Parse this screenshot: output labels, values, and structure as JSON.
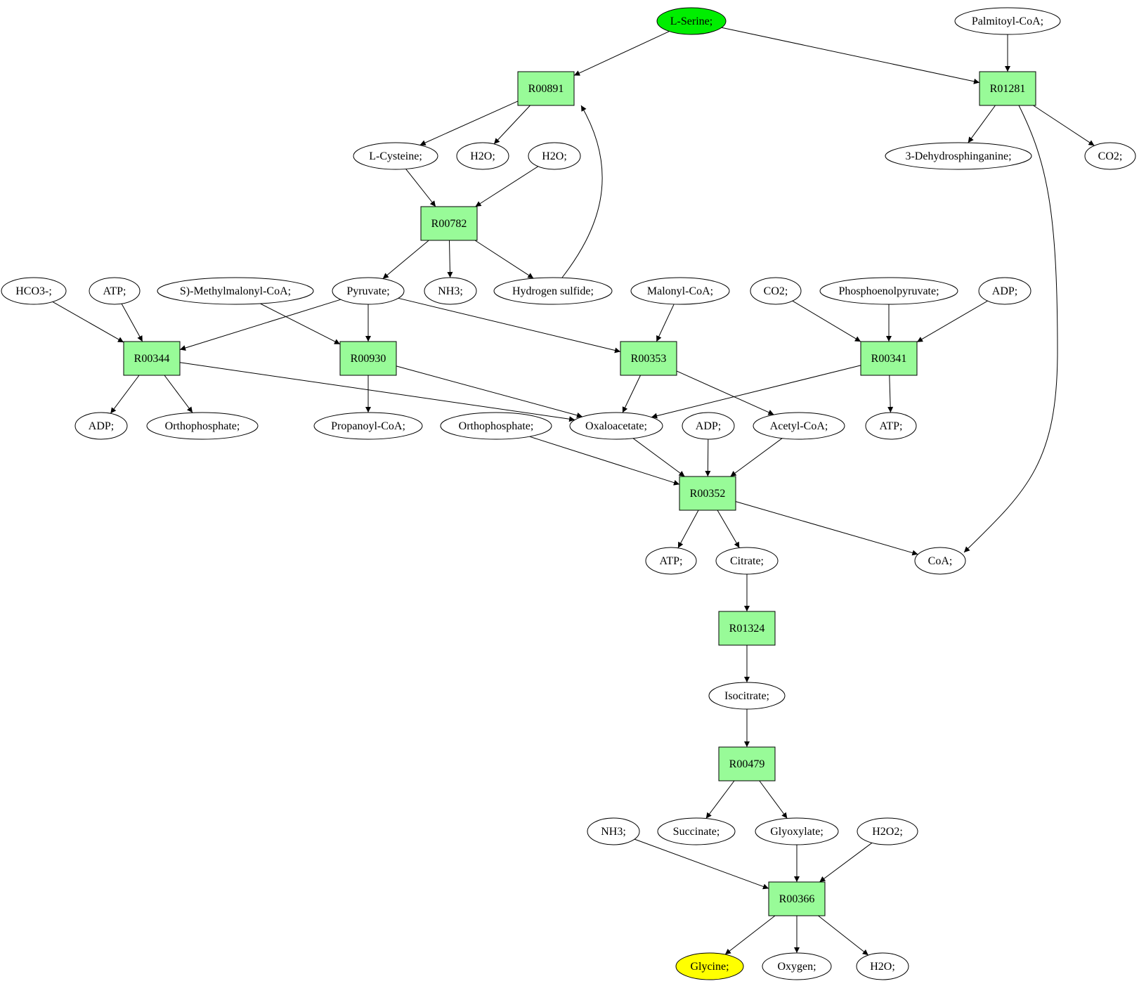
{
  "colors": {
    "reaction_fill": "#98fb98",
    "start_fill": "#00ee00",
    "target_fill": "#ffff00",
    "default_fill": "#ffffff",
    "stroke": "#000000"
  },
  "reactions": [
    {
      "id": "R00891",
      "label": "R00891"
    },
    {
      "id": "R01281",
      "label": "R01281"
    },
    {
      "id": "R00782",
      "label": "R00782"
    },
    {
      "id": "R00344",
      "label": "R00344"
    },
    {
      "id": "R00930",
      "label": "R00930"
    },
    {
      "id": "R00353",
      "label": "R00353"
    },
    {
      "id": "R00341",
      "label": "R00341"
    },
    {
      "id": "R00352",
      "label": "R00352"
    },
    {
      "id": "R01324",
      "label": "R01324"
    },
    {
      "id": "R00479",
      "label": "R00479"
    },
    {
      "id": "R00366",
      "label": "R00366"
    }
  ],
  "compounds": [
    {
      "id": "l_serine",
      "label": "L-Serine;",
      "role": "start"
    },
    {
      "id": "palmitoyl_coa",
      "label": "Palmitoyl-CoA;"
    },
    {
      "id": "l_cysteine",
      "label": "L-Cysteine;"
    },
    {
      "id": "h2o_a",
      "label": "H2O;"
    },
    {
      "id": "h2o_b",
      "label": "H2O;"
    },
    {
      "id": "dehydrosphinganine",
      "label": "3-Dehydrosphinganine;"
    },
    {
      "id": "co2_a",
      "label": "CO2;"
    },
    {
      "id": "hco3",
      "label": "HCO3-;"
    },
    {
      "id": "atp_a",
      "label": "ATP;"
    },
    {
      "id": "methylmalonyl",
      "label": "S)-Methylmalonyl-CoA;"
    },
    {
      "id": "pyruvate",
      "label": "Pyruvate;"
    },
    {
      "id": "nh3_a",
      "label": "NH3;"
    },
    {
      "id": "h2s",
      "label": "Hydrogen sulfide;"
    },
    {
      "id": "malonyl",
      "label": "Malonyl-CoA;"
    },
    {
      "id": "co2_b",
      "label": "CO2;"
    },
    {
      "id": "pep",
      "label": "Phosphoenolpyruvate;"
    },
    {
      "id": "adp_a",
      "label": "ADP;"
    },
    {
      "id": "adp_b",
      "label": "ADP;"
    },
    {
      "id": "ortho_a",
      "label": "Orthophosphate;"
    },
    {
      "id": "propanoyl",
      "label": "Propanoyl-CoA;"
    },
    {
      "id": "ortho_b",
      "label": "Orthophosphate;"
    },
    {
      "id": "oxaloacetate",
      "label": "Oxaloacetate;"
    },
    {
      "id": "adp_c",
      "label": "ADP;"
    },
    {
      "id": "acetyl",
      "label": "Acetyl-CoA;"
    },
    {
      "id": "atp_b",
      "label": "ATP;"
    },
    {
      "id": "atp_c",
      "label": "ATP;"
    },
    {
      "id": "citrate",
      "label": "Citrate;"
    },
    {
      "id": "coa",
      "label": "CoA;"
    },
    {
      "id": "isocitrate",
      "label": "Isocitrate;"
    },
    {
      "id": "nh3_b",
      "label": "NH3;"
    },
    {
      "id": "succinate",
      "label": "Succinate;"
    },
    {
      "id": "glyoxylate",
      "label": "Glyoxylate;"
    },
    {
      "id": "h2o2",
      "label": "H2O2;"
    },
    {
      "id": "glycine",
      "label": "Glycine;",
      "role": "target"
    },
    {
      "id": "oxygen",
      "label": "Oxygen;"
    },
    {
      "id": "h2o_c",
      "label": "H2O;"
    }
  ],
  "edges": [
    [
      "l_serine",
      "R00891"
    ],
    [
      "l_serine",
      "R01281"
    ],
    [
      "palmitoyl_coa",
      "R01281"
    ],
    [
      "R00891",
      "l_cysteine"
    ],
    [
      "R00891",
      "h2o_a"
    ],
    [
      "R01281",
      "dehydrosphinganine"
    ],
    [
      "R01281",
      "co2_a"
    ],
    [
      "R01281",
      "coa"
    ],
    [
      "l_cysteine",
      "R00782"
    ],
    [
      "h2o_b",
      "R00782"
    ],
    [
      "R00782",
      "pyruvate"
    ],
    [
      "R00782",
      "nh3_a"
    ],
    [
      "R00782",
      "h2s"
    ],
    [
      "h2s",
      "R00891"
    ],
    [
      "hco3",
      "R00344"
    ],
    [
      "atp_a",
      "R00344"
    ],
    [
      "pyruvate",
      "R00344"
    ],
    [
      "methylmalonyl",
      "R00930"
    ],
    [
      "pyruvate",
      "R00930"
    ],
    [
      "pyruvate",
      "R00353"
    ],
    [
      "malonyl",
      "R00353"
    ],
    [
      "co2_b",
      "R00341"
    ],
    [
      "pep",
      "R00341"
    ],
    [
      "adp_a",
      "R00341"
    ],
    [
      "R00344",
      "adp_b"
    ],
    [
      "R00344",
      "ortho_a"
    ],
    [
      "R00344",
      "oxaloacetate"
    ],
    [
      "R00930",
      "propanoyl"
    ],
    [
      "R00930",
      "oxaloacetate"
    ],
    [
      "R00353",
      "oxaloacetate"
    ],
    [
      "R00353",
      "acetyl"
    ],
    [
      "R00341",
      "oxaloacetate"
    ],
    [
      "R00341",
      "atp_b"
    ],
    [
      "ortho_b",
      "R00352"
    ],
    [
      "oxaloacetate",
      "R00352"
    ],
    [
      "adp_c",
      "R00352"
    ],
    [
      "acetyl",
      "R00352"
    ],
    [
      "R00352",
      "atp_c"
    ],
    [
      "R00352",
      "citrate"
    ],
    [
      "R00352",
      "coa"
    ],
    [
      "citrate",
      "R01324"
    ],
    [
      "R01324",
      "isocitrate"
    ],
    [
      "isocitrate",
      "R00479"
    ],
    [
      "R00479",
      "succinate"
    ],
    [
      "R00479",
      "glyoxylate"
    ],
    [
      "nh3_b",
      "R00366"
    ],
    [
      "glyoxylate",
      "R00366"
    ],
    [
      "h2o2",
      "R00366"
    ],
    [
      "R00366",
      "glycine"
    ],
    [
      "R00366",
      "oxygen"
    ],
    [
      "R00366",
      "h2o_c"
    ]
  ]
}
